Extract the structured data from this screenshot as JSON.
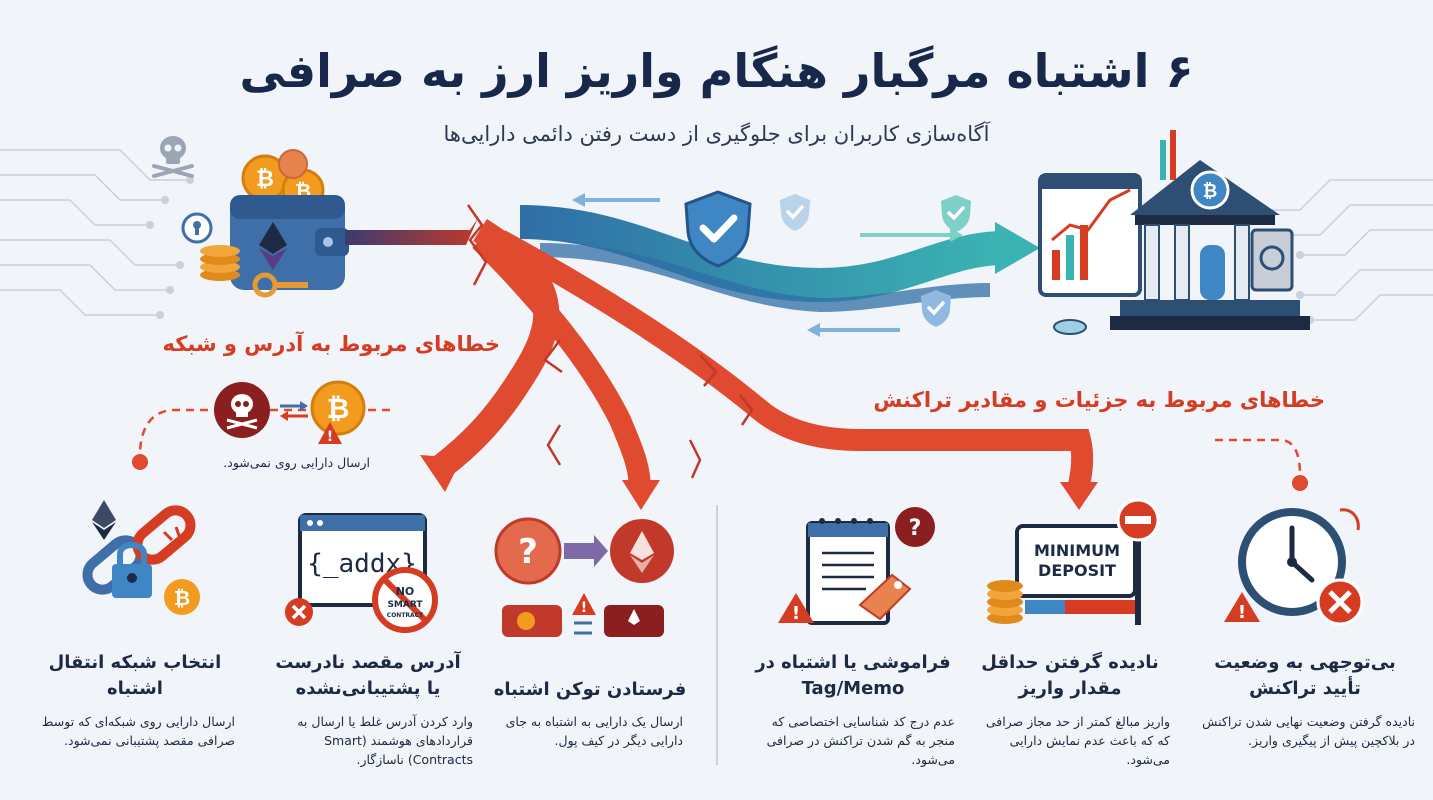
{
  "header": {
    "title": "۶ اشتباه مرگبار هنگام واریز ارز به صرافی",
    "subtitle": "آگاه‌سازی کاربران برای جلوگیری از دست رفتن دائمی دارایی‌ها"
  },
  "categories": {
    "address_network": "خطاهای مربوط به آدرس و شبکه",
    "details_amounts": "خطاهای مربوط به جزئیات و مقادیر تراکنش"
  },
  "warning_note": "ارسال دارایی روی نمی‌شود.",
  "icon_text": {
    "code_snippet": "{_addx}",
    "no_smart_contract": [
      "NO",
      "SMART",
      "CONTRACT"
    ],
    "minimum_deposit": [
      "MINIMUM",
      "DEPOSIT"
    ]
  },
  "cards": [
    {
      "title": "انتخاب شبکه انتقال اشتباه",
      "description": "ارسال دارایی روی شبکه‌ای که توسط صرافی مقصد پشتیبانی نمی‌شود."
    },
    {
      "title": "آدرس مقصد نادرست یا پشتیبانی‌نشده",
      "description": "وارد کردن آدرس غلط یا ارسال به قراردادهای هوشمند (Smart Contracts) ناسازگار."
    },
    {
      "title": "فرستادن توکن اشتباه",
      "description": "ارسال یک دارایی به اشتباه به جای دارایی دیگر در کیف پول."
    },
    {
      "title": "فراموشی یا اشتباه در Tag/Memo",
      "description": "عدم درج کد شناسایی اختصاصی که منجر به گم شدن تراکنش در صرافی می‌شود."
    },
    {
      "title": "نادیده گرفتن حداقل مقدار واریز",
      "description": "واریز مبالغ کمتر از حد مجاز صرافی که که باعث عدم نمایش دارایی می‌شود."
    },
    {
      "title": "بی‌توجهی به وضعیت تأیید تراکنش",
      "description": "نادیده گرفتن وضعیت نهایی شدن تراکنش در بلاکچین پیش از پیگیری واریز."
    }
  ],
  "colors": {
    "title": "#17284a",
    "accent_red": "#d53c22",
    "arrow_blue": "#3f86c4",
    "arrow_teal": "#3bb3b3",
    "bitcoin": "#f29b1f",
    "ethereum": "#5b3b86",
    "wallet": "#3f6fa8",
    "bank": "#2d4f74"
  }
}
